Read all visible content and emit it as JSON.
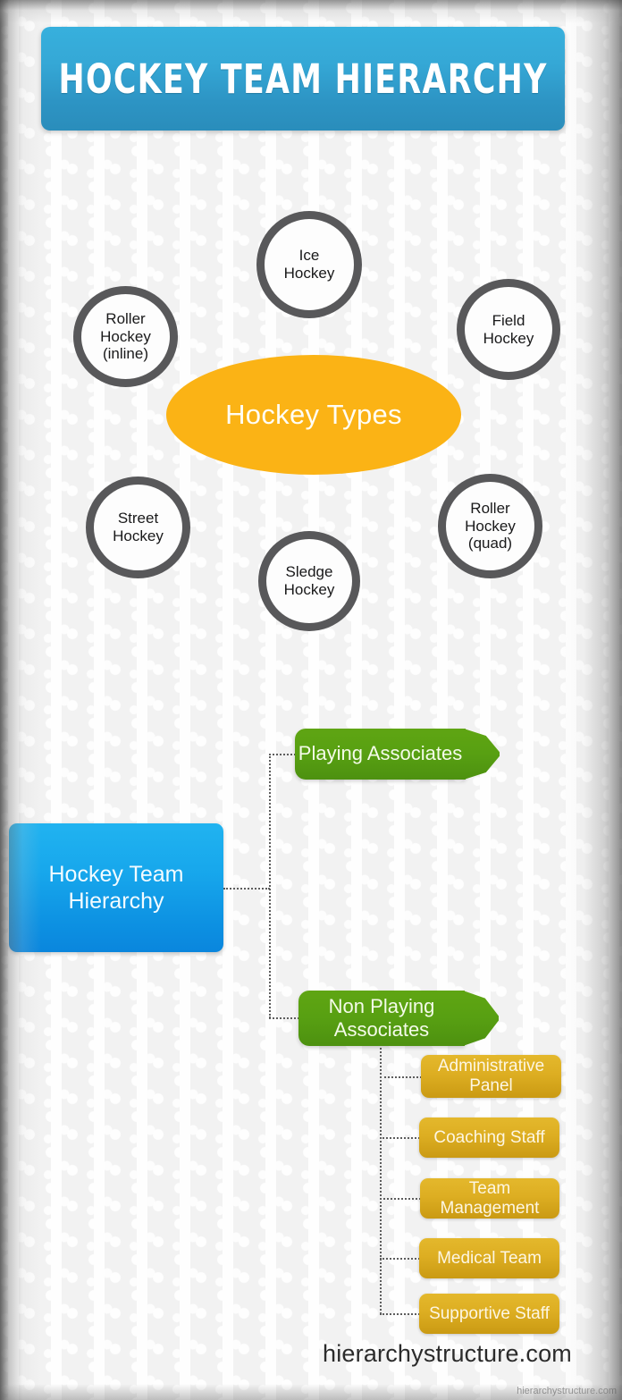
{
  "header": {
    "title": "HOCKEY TEAM HIERARCHY",
    "banner_color": "#2f9bc8"
  },
  "hockey_types": {
    "hub_label": "Hockey Types",
    "hub_color": "#fbb315",
    "circle_border_color": "#58585a",
    "items": [
      {
        "label": "Ice Hockey",
        "lines": [
          "Ice",
          "Hockey"
        ]
      },
      {
        "label": "Roller Hockey (inline)",
        "lines": [
          "Roller",
          "Hockey",
          "(inline)"
        ]
      },
      {
        "label": "Field Hockey",
        "lines": [
          "Field",
          "Hockey"
        ]
      },
      {
        "label": "Street Hockey",
        "lines": [
          "Street",
          "Hockey"
        ]
      },
      {
        "label": "Sledge Hockey",
        "lines": [
          "Sledge",
          "Hockey"
        ]
      },
      {
        "label": "Roller Hockey (quad)",
        "lines": [
          "Roller",
          "Hockey",
          "(quad)"
        ]
      }
    ]
  },
  "tree": {
    "root": {
      "label": "Hockey Team Hierarchy",
      "lines": [
        "Hockey Team",
        "Hierarchy"
      ],
      "color": "#12a0e8"
    },
    "branches": [
      {
        "label": "Playing Associates",
        "lines": [
          "Playing Associates"
        ],
        "color": "#58a012"
      },
      {
        "label": "Non Playing Associates",
        "lines": [
          "Non Playing",
          "Associates"
        ],
        "color": "#58a012"
      }
    ],
    "sub_items": [
      {
        "label": "Administrative Panel",
        "lines": [
          "Administrative",
          "Panel"
        ]
      },
      {
        "label": "Coaching Staff",
        "lines": [
          "Coaching Staff"
        ]
      },
      {
        "label": "Team Management",
        "lines": [
          "Team Management"
        ]
      },
      {
        "label": "Medical Team",
        "lines": [
          "Medical Team"
        ]
      },
      {
        "label": "Supportive Staff",
        "lines": [
          "Supportive Staff"
        ]
      }
    ],
    "sub_item_color": "#ddae22"
  },
  "footer": {
    "url": "hierarchystructure.com",
    "watermark": "hierarchystructure.com"
  }
}
